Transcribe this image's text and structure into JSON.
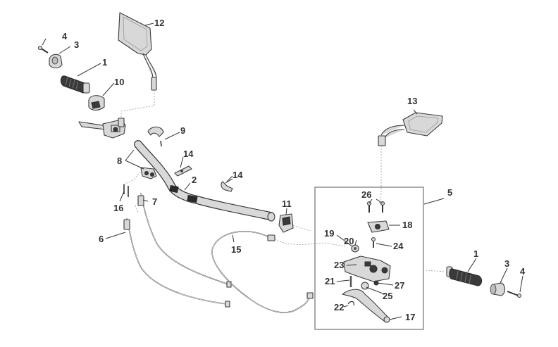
{
  "diagram": {
    "labels": [
      {
        "id": "l1a",
        "text": "1"
      },
      {
        "id": "l2",
        "text": "2"
      },
      {
        "id": "l3a",
        "text": "3"
      },
      {
        "id": "l4a",
        "text": "4"
      },
      {
        "id": "l5",
        "text": "5"
      },
      {
        "id": "l6",
        "text": "6"
      },
      {
        "id": "l7",
        "text": "7"
      },
      {
        "id": "l8",
        "text": "8"
      },
      {
        "id": "l9",
        "text": "9"
      },
      {
        "id": "l10",
        "text": "10"
      },
      {
        "id": "l11",
        "text": "11"
      },
      {
        "id": "l12",
        "text": "12"
      },
      {
        "id": "l13",
        "text": "13"
      },
      {
        "id": "l14a",
        "text": "14"
      },
      {
        "id": "l14b",
        "text": "14"
      },
      {
        "id": "l15",
        "text": "15"
      },
      {
        "id": "l16",
        "text": "16"
      },
      {
        "id": "l17",
        "text": "17"
      },
      {
        "id": "l18",
        "text": "18"
      },
      {
        "id": "l19",
        "text": "19"
      },
      {
        "id": "l20",
        "text": "20"
      },
      {
        "id": "l21",
        "text": "21"
      },
      {
        "id": "l22",
        "text": "22"
      },
      {
        "id": "l23",
        "text": "23"
      },
      {
        "id": "l24",
        "text": "24"
      },
      {
        "id": "l25",
        "text": "25"
      },
      {
        "id": "l26",
        "text": "26"
      },
      {
        "id": "l27",
        "text": "27"
      },
      {
        "id": "l1b",
        "text": "1"
      },
      {
        "id": "l3b",
        "text": "3"
      },
      {
        "id": "l4b",
        "text": "4"
      }
    ]
  }
}
